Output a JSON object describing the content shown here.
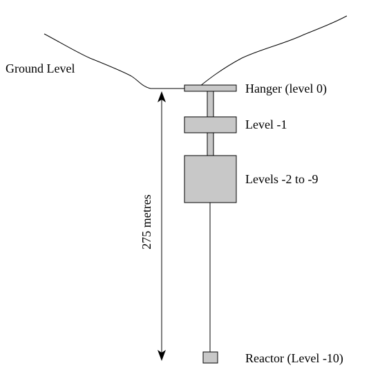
{
  "labels": {
    "ground": "Ground Level",
    "hanger": "Hanger (level 0)",
    "level_1": "Level -1",
    "levels_2_9": "Levels -2 to -9",
    "reactor": "Reactor (Level -10)",
    "depth": "275 metres"
  },
  "colors": {
    "block_fill": "#c8c8c8",
    "stroke": "#000000",
    "background": "#ffffff"
  }
}
